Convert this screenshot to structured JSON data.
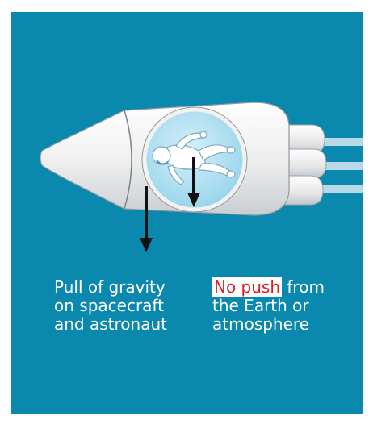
{
  "captions": {
    "gravity": {
      "lines": [
        "Pull of gravity",
        "on spacecraft",
        "and astronaut"
      ]
    },
    "no_push": {
      "highlight": "No push",
      "rest_first_line": " from",
      "lines": [
        "the Earth or",
        "atmosphere"
      ]
    }
  },
  "colors": {
    "background": "#0b88ad",
    "craft": "#f2f2f2",
    "window": "#a9dcf0",
    "arrows": "#111111",
    "highlight_text": "#e01b24"
  },
  "figure": {
    "elements": [
      "spacecraft",
      "window",
      "astronaut",
      "thrust-trails",
      "gravity-arrow-spacecraft",
      "gravity-arrow-astronaut"
    ]
  }
}
